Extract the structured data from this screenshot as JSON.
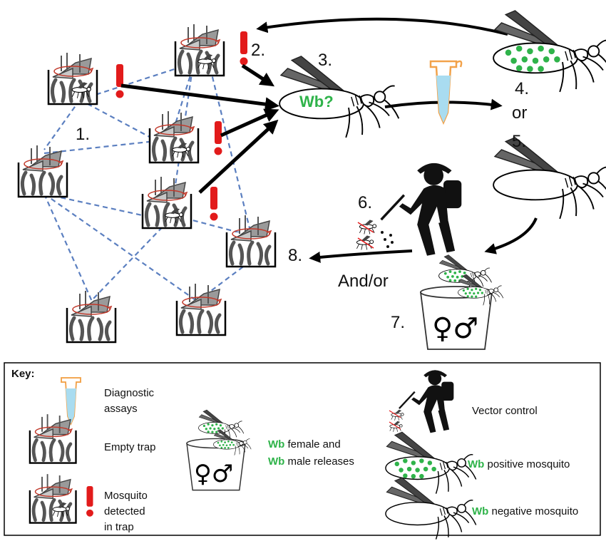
{
  "steps": {
    "s1": "1.",
    "s2": "2.",
    "s3": "3.",
    "s4": "4.",
    "s5": "5.",
    "s6": "6.",
    "s7": "7.",
    "s8": "8.",
    "or": "or",
    "and_or": "And/or"
  },
  "mosquito_label": "Wb?",
  "release_symbols": "♀♂",
  "key": {
    "title": "Key:",
    "diagnostic_l1": "Diagnostic",
    "diagnostic_l2": "assays",
    "empty_trap": "Empty trap",
    "detected_l1": "Mosquito",
    "detected_l2": "detected",
    "detected_l3": "in trap",
    "release_wb1": "Wb",
    "release_l1": " female and",
    "release_wb2": "Wb",
    "release_l2": " male releases",
    "vector_control": "Vector control",
    "pos_wb": "Wb",
    "pos_text": " positive mosquito",
    "neg_wb": "Wb",
    "neg_text": " negative mosquito"
  },
  "colors": {
    "wolbachia_green": "#2fb34a",
    "alert_red": "#e21b1b",
    "network_blue": "#5b7fc0",
    "tube_liquid": "#a9dcf0",
    "tube_cap": "#f2a24a"
  }
}
